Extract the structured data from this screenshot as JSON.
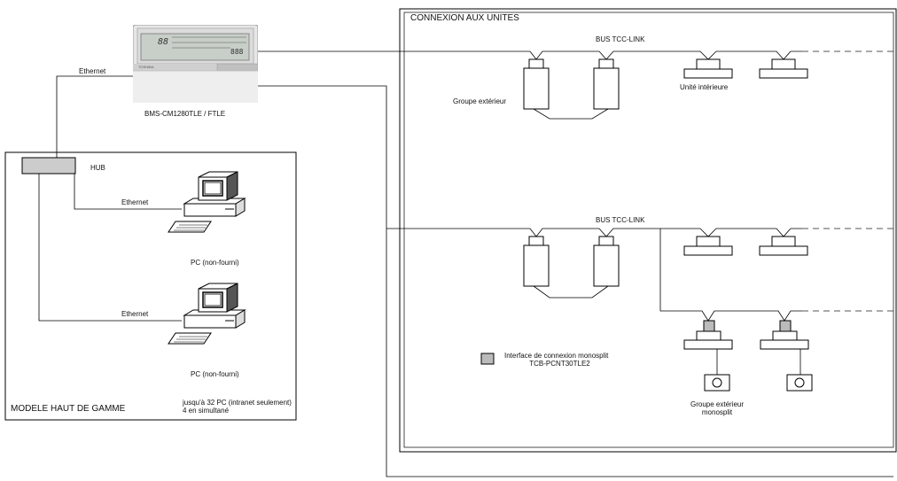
{
  "controller": {
    "name": "BMS-CM1280TLE / FTLE",
    "screen_digits_left": "88",
    "screen_digits_right": "888",
    "brand": "TOSHIBA"
  },
  "left_panel": {
    "title": "MODELE HAUT DE GAMME",
    "hub_label": "HUB",
    "ethernet_top": "Ethernet",
    "ethernet_pc1": "Ethernet",
    "ethernet_pc2": "Ethernet",
    "pc1_label": "PC (non-fourni)",
    "pc2_label": "PC (non-fourni)",
    "note_line1": "jusqu'à 32 PC (intranet seulement)",
    "note_line2": "4 en simultané"
  },
  "right_panel": {
    "title": "CONNEXION AUX UNITES",
    "bus_top": "BUS TCC-LINK",
    "bus_mid": "BUS TCC-LINK",
    "outdoor_group": "Groupe extérieur",
    "indoor_unit": "Unité intérieure",
    "interface_line1": "Interface de connexion monosplit",
    "interface_line2": "TCB-PCNT30TLE2",
    "monosplit_line1": "Groupe extérieur",
    "monosplit_line2": "monosplit"
  }
}
